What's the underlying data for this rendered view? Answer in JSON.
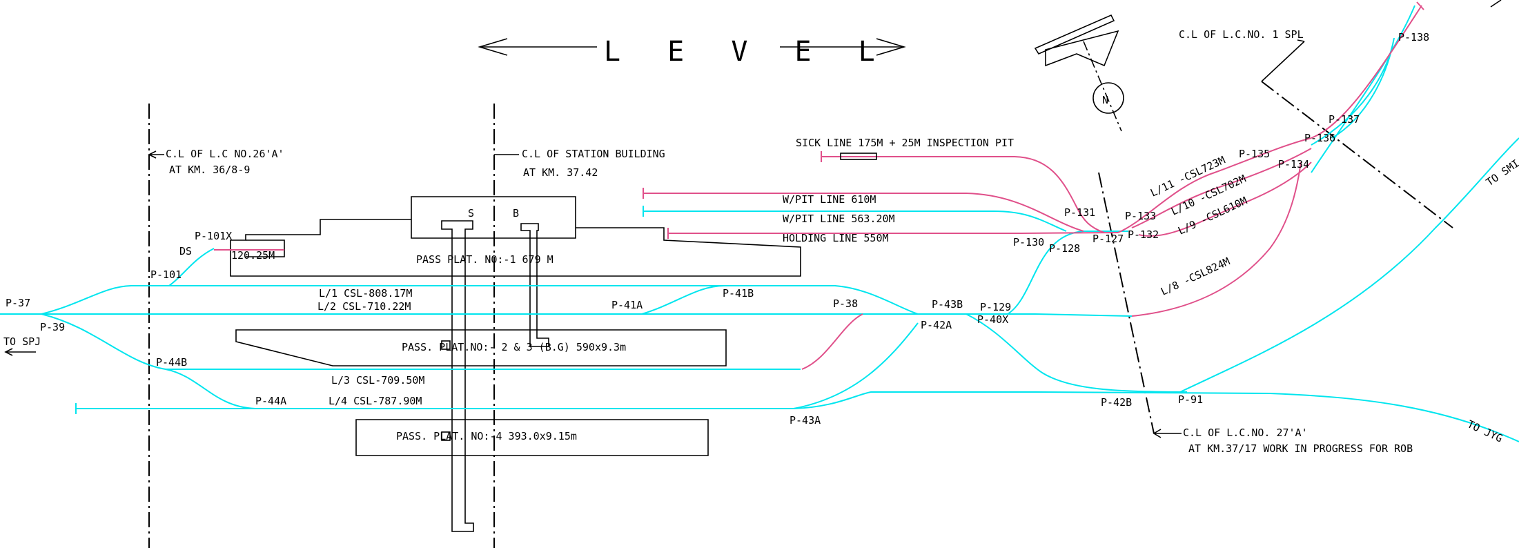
{
  "colors": {
    "main_line": "#00e5ee",
    "siding_line": "#e0508a",
    "ink": "#000000"
  },
  "title": "L E V E L",
  "north": {
    "symbol": "N"
  },
  "reference_lines": {
    "lc26a": [
      "C.L OF L.C NO.26'A'",
      "AT KM. 36/8-9"
    ],
    "station_building": [
      "C.L OF STATION BUILDING",
      "AT KM. 37.42"
    ],
    "lc27a": [
      "C.L OF L.C.NO. 27'A'",
      "AT KM.37/17 WORK IN PROGRESS FOR ROB"
    ],
    "lc1spl": "C.L OF L.C.NO. 1 SPL"
  },
  "platforms": {
    "p1": "PASS    PLAT. NO:-1   679  M",
    "p23": "PASS. PLAT.NO:- 2 & 3  (B.G) 590x9.3m",
    "p4": "PASS. PLAT. NO:-4  393.0x9.15m"
  },
  "building_letters": [
    "S",
    "B"
  ],
  "lines": {
    "sick": "SICK LINE 175M + 25M INSPECTION PIT",
    "wpit1": "W/PIT LINE 610M",
    "wpit2": "W/PIT LINE 563.20M",
    "holding": "HOLDING LINE 550M",
    "l1": "L/1 CSL-808.17M",
    "l2": "L/2 CSL-710.22M",
    "l3": "L/3 CSL-709.50M",
    "l4": "L/4 CSL-787.90M",
    "l8": "L/8 -CSL824M",
    "l9": "L/9 -CSL610M",
    "l10": "L/10 -CSL702M",
    "l11": "L/11 -CSL723M",
    "ds": "DS",
    "ds_len": "120.25M"
  },
  "directions": {
    "to_spj": "TO SPJ",
    "to_smi": "TO SMI",
    "to_jyg": "TO JYG"
  },
  "points": {
    "p37": "P-37",
    "p39": "P-39",
    "p101": "P-101",
    "p101x": "P-101X",
    "p44b": "P-44B",
    "p44a": "P-44A",
    "p41a": "P-41A",
    "p41b": "P-41B",
    "p38": "P-38",
    "p43b": "P-43B",
    "p43a": "P-43A",
    "p42a": "P-42A",
    "p129": "P-129",
    "p40x": "P-40X",
    "p42b": "P-42B",
    "p91": "P-91",
    "p128": "P-128",
    "p130": "P-130",
    "p131": "P-131",
    "p127": "P-127",
    "p133": "P-133",
    "p132": "P-132",
    "p135": "P-135",
    "p134": "P-134",
    "p136": "P-136",
    "p137": "P-137",
    "p138": "P-138"
  }
}
